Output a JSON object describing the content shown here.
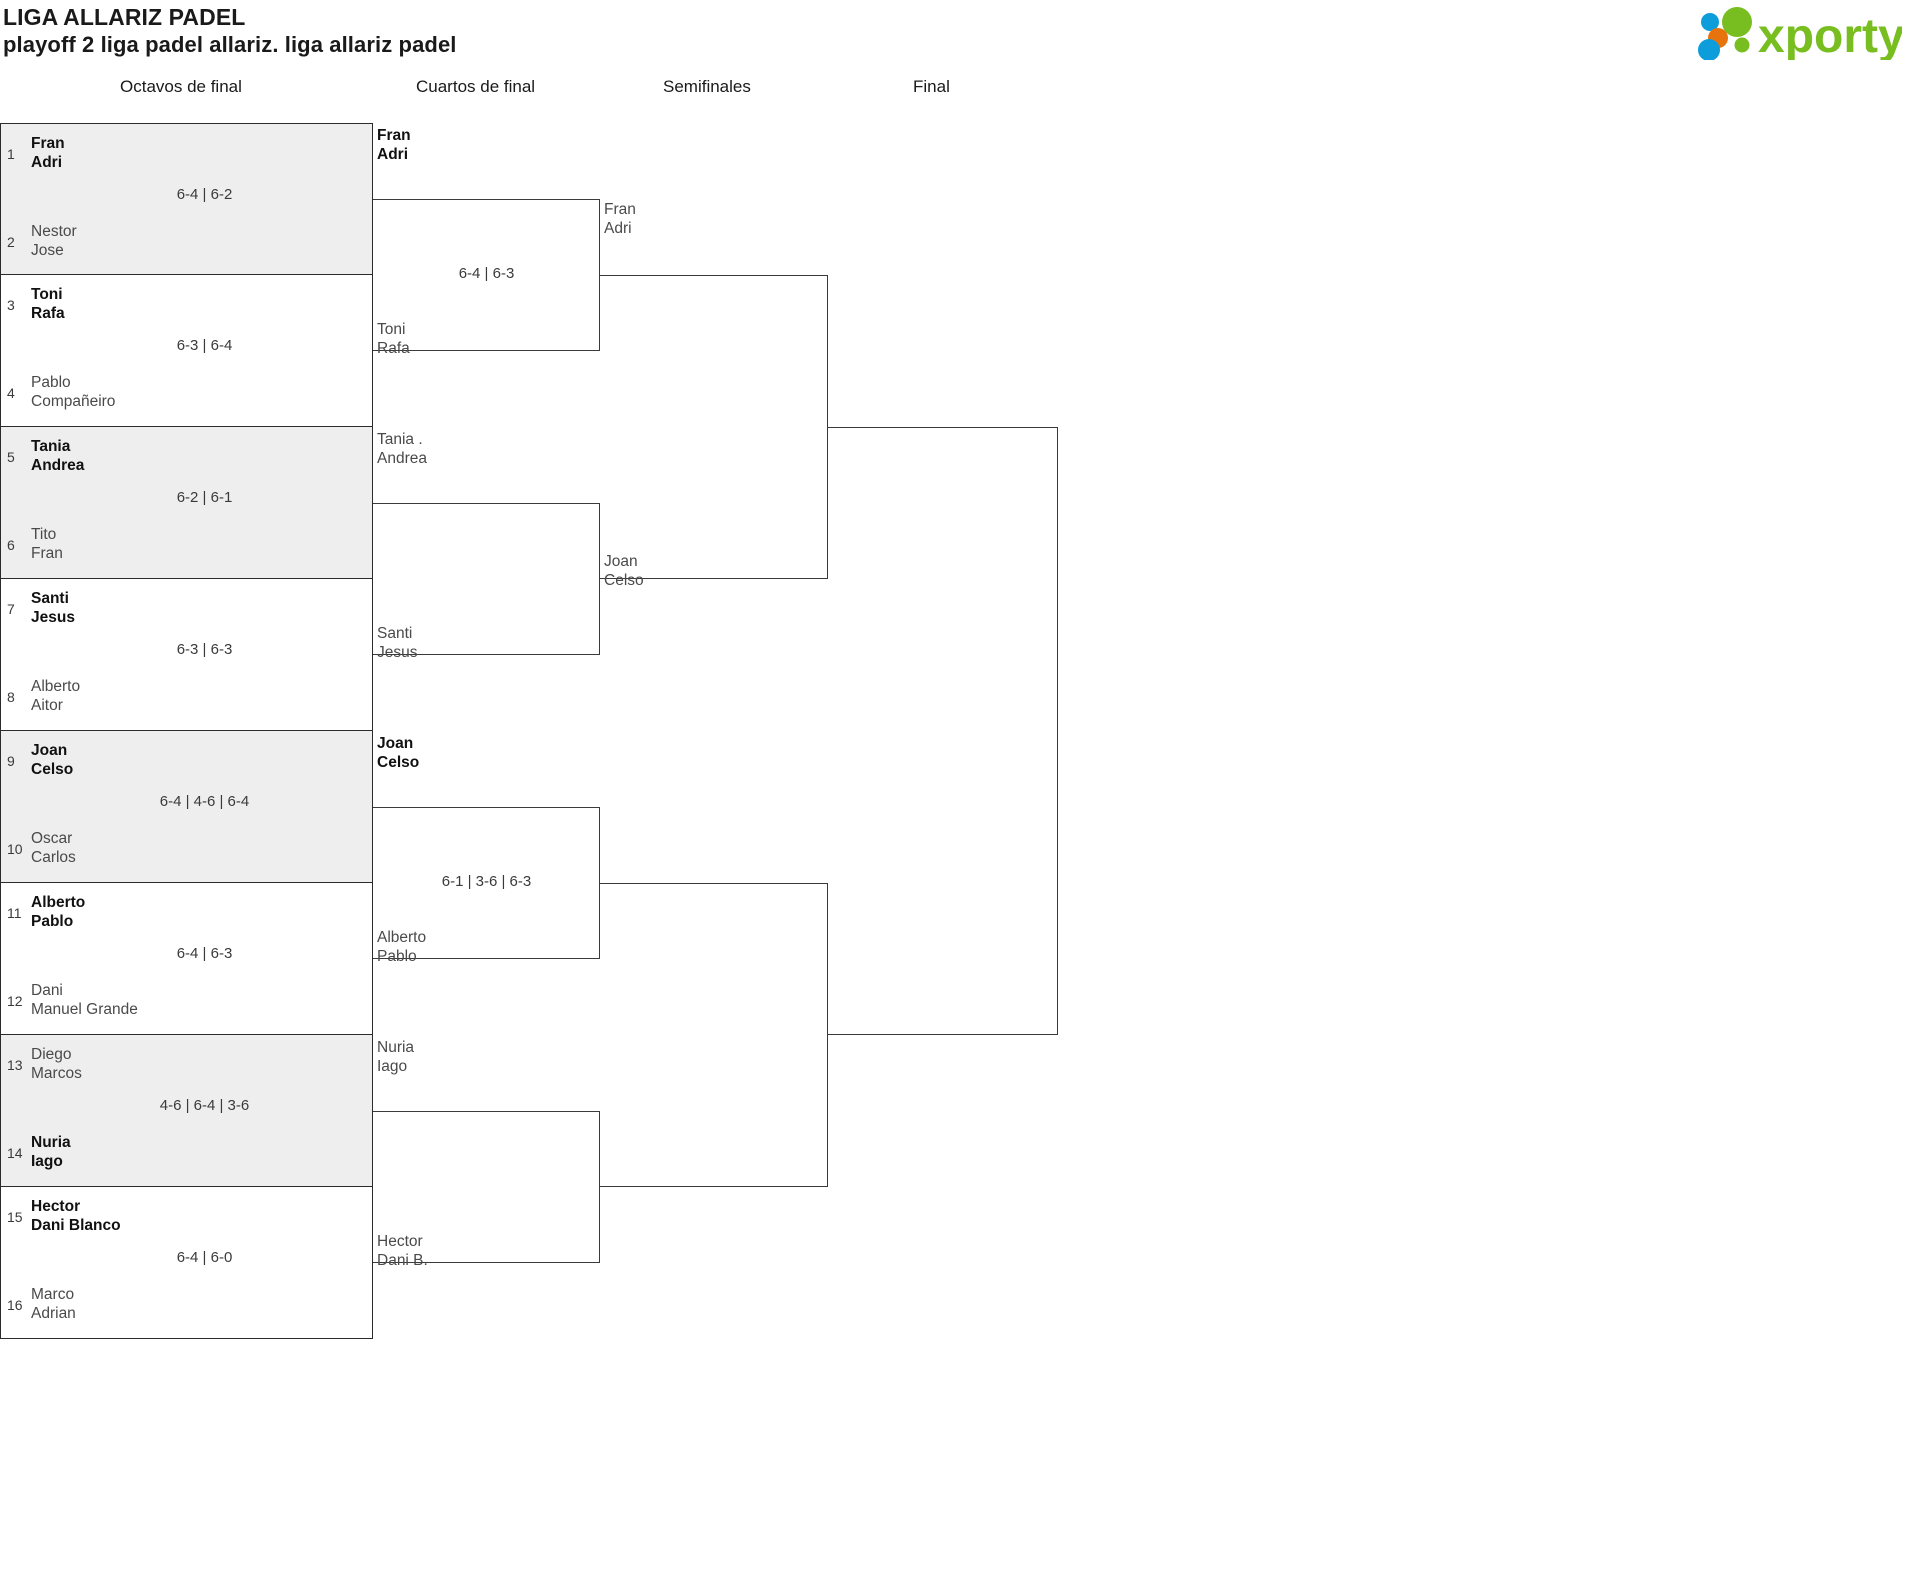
{
  "header": {
    "tournament_name": "LIGA ALLARIZ PADEL",
    "subtitle": "playoff 2 liga padel allariz. liga allariz padel",
    "logo_text": "xporty",
    "logo_colors": {
      "green": "#78be20",
      "blue": "#0d9ddb",
      "orange": "#e8720c"
    }
  },
  "rounds": [
    {
      "label": "Octavos de final"
    },
    {
      "label": "Cuartos de final"
    },
    {
      "label": "Semifinales"
    },
    {
      "label": "Final"
    }
  ],
  "bracket": {
    "round1": [
      {
        "shaded": true,
        "top": {
          "seed": "1",
          "line1": "Fran",
          "line2": "Adri",
          "winner": true
        },
        "bottom": {
          "seed": "2",
          "line1": "Nestor",
          "line2": "Jose",
          "winner": false
        },
        "score": "6-4 | 6-2"
      },
      {
        "shaded": false,
        "top": {
          "seed": "3",
          "line1": "Toni",
          "line2": "Rafa",
          "winner": true
        },
        "bottom": {
          "seed": "4",
          "line1": "Pablo",
          "line2": "Compañeiro",
          "winner": false
        },
        "score": "6-3 | 6-4"
      },
      {
        "shaded": true,
        "top": {
          "seed": "5",
          "line1": "Tania",
          "line2": "Andrea",
          "winner": true
        },
        "bottom": {
          "seed": "6",
          "line1": "Tito",
          "line2": "Fran",
          "winner": false
        },
        "score": "6-2 | 6-1"
      },
      {
        "shaded": false,
        "top": {
          "seed": "7",
          "line1": "Santi",
          "line2": "Jesus",
          "winner": true
        },
        "bottom": {
          "seed": "8",
          "line1": "Alberto",
          "line2": "Aitor",
          "winner": false
        },
        "score": "6-3 | 6-3"
      },
      {
        "shaded": true,
        "top": {
          "seed": "9",
          "line1": "Joan",
          "line2": "Celso",
          "winner": true
        },
        "bottom": {
          "seed": "10",
          "line1": "Oscar",
          "line2": "Carlos",
          "winner": false
        },
        "score": "6-4 | 4-6 | 6-4"
      },
      {
        "shaded": false,
        "top": {
          "seed": "11",
          "line1": "Alberto",
          "line2": "Pablo",
          "winner": true
        },
        "bottom": {
          "seed": "12",
          "line1": "Dani",
          "line2": "Manuel Grande",
          "winner": false
        },
        "score": "6-4 | 6-3"
      },
      {
        "shaded": true,
        "top": {
          "seed": "13",
          "line1": "Diego",
          "line2": "Marcos",
          "winner": false
        },
        "bottom": {
          "seed": "14",
          "line1": "Nuria",
          "line2": "Iago",
          "winner": true
        },
        "score": "4-6 | 6-4 | 3-6"
      },
      {
        "shaded": false,
        "top": {
          "seed": "15",
          "line1": "Hector",
          "line2": "Dani Blanco",
          "winner": true
        },
        "bottom": {
          "seed": "16",
          "line1": "Marco",
          "line2": "Adrian",
          "winner": false
        },
        "score": "6-4 | 6-0"
      }
    ],
    "round2": [
      {
        "top": {
          "line1": "Fran",
          "line2": "Adri",
          "winner": true
        },
        "bottom": {
          "line1": "Toni",
          "line2": "Rafa",
          "winner": false
        },
        "score": "6-4 | 6-3"
      },
      {
        "top": {
          "line1": "Tania .",
          "line2": "Andrea",
          "winner": false
        },
        "bottom": {
          "line1": "Santi",
          "line2": "Jesus",
          "winner": false
        },
        "score": ""
      },
      {
        "top": {
          "line1": "Joan",
          "line2": "Celso",
          "winner": true
        },
        "bottom": {
          "line1": "Alberto",
          "line2": "Pablo",
          "winner": false
        },
        "score": "6-1 | 3-6 | 6-3"
      },
      {
        "top": {
          "line1": "Nuria",
          "line2": "Iago",
          "winner": false
        },
        "bottom": {
          "line1": "Hector",
          "line2": "Dani B.",
          "winner": false
        },
        "score": ""
      }
    ],
    "round3": [
      {
        "top": {
          "line1": "Fran",
          "line2": "Adri",
          "winner": false
        },
        "bottom": {
          "line1": "",
          "line2": "",
          "winner": false
        },
        "score": ""
      },
      {
        "top": {
          "line1": "Joan",
          "line2": "Celso",
          "winner": false
        },
        "bottom": {
          "line1": "",
          "line2": "",
          "winner": false
        },
        "score": ""
      }
    ],
    "round4": [
      {
        "top": {
          "line1": "",
          "line2": "",
          "winner": false
        },
        "bottom": {
          "line1": "",
          "line2": "",
          "winner": false
        },
        "score": ""
      }
    ]
  }
}
